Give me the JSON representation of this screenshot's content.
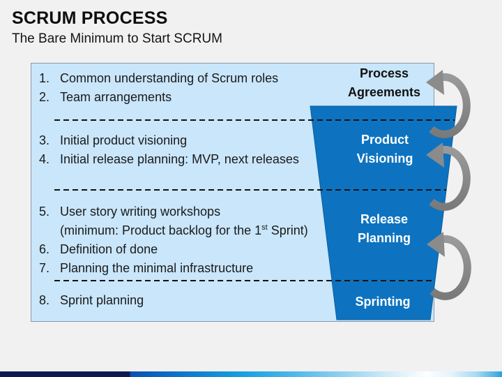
{
  "slide": {
    "title": "SCRUM PROCESS",
    "subtitle": "The Bare Minimum to Start SCRUM"
  },
  "list": {
    "items": [
      {
        "num": "1.",
        "text": "Common understanding of Scrum roles"
      },
      {
        "num": "2.",
        "text": "Team arrangements"
      },
      {
        "num": "3.",
        "text": "Initial product visioning"
      },
      {
        "num": "4.",
        "text": "Initial release planning: MVP, next releases"
      },
      {
        "num": "5.",
        "text": "User story writing workshops",
        "cont_pre": "(minimum: Product backlog for the 1",
        "cont_sup": "st",
        "cont_post": " Sprint)"
      },
      {
        "num": "6.",
        "text": "Definition of done"
      },
      {
        "num": "7.",
        "text": "Planning the minimal infrastructure"
      },
      {
        "num": "8.",
        "text": "Sprint planning"
      }
    ]
  },
  "funnel": {
    "stages": [
      {
        "line1": "Process",
        "line2": "Agreements",
        "text_color": "#111111"
      },
      {
        "line1": "Product",
        "line2": "Visioning",
        "text_color": "#ffffff"
      },
      {
        "line1": "Release",
        "line2": "Planning",
        "text_color": "#ffffff"
      },
      {
        "line1": "Sprinting",
        "line2": "",
        "text_color": "#ffffff"
      }
    ]
  },
  "icons": {
    "cycle_arrow_count": 3
  },
  "colors": {
    "slide_background": "#f1f1f2",
    "box_fill": "#c9e6fb",
    "box_border": "#8a9aa8",
    "funnel_blue": "#0d73c0",
    "stage_text_light": "#ffffff",
    "stage_text_dark": "#111111",
    "arrow_gray": "#898989",
    "dash_black": "#111111",
    "footer_navy": "#0f1a50",
    "footer_blue": "#14a0e0"
  }
}
